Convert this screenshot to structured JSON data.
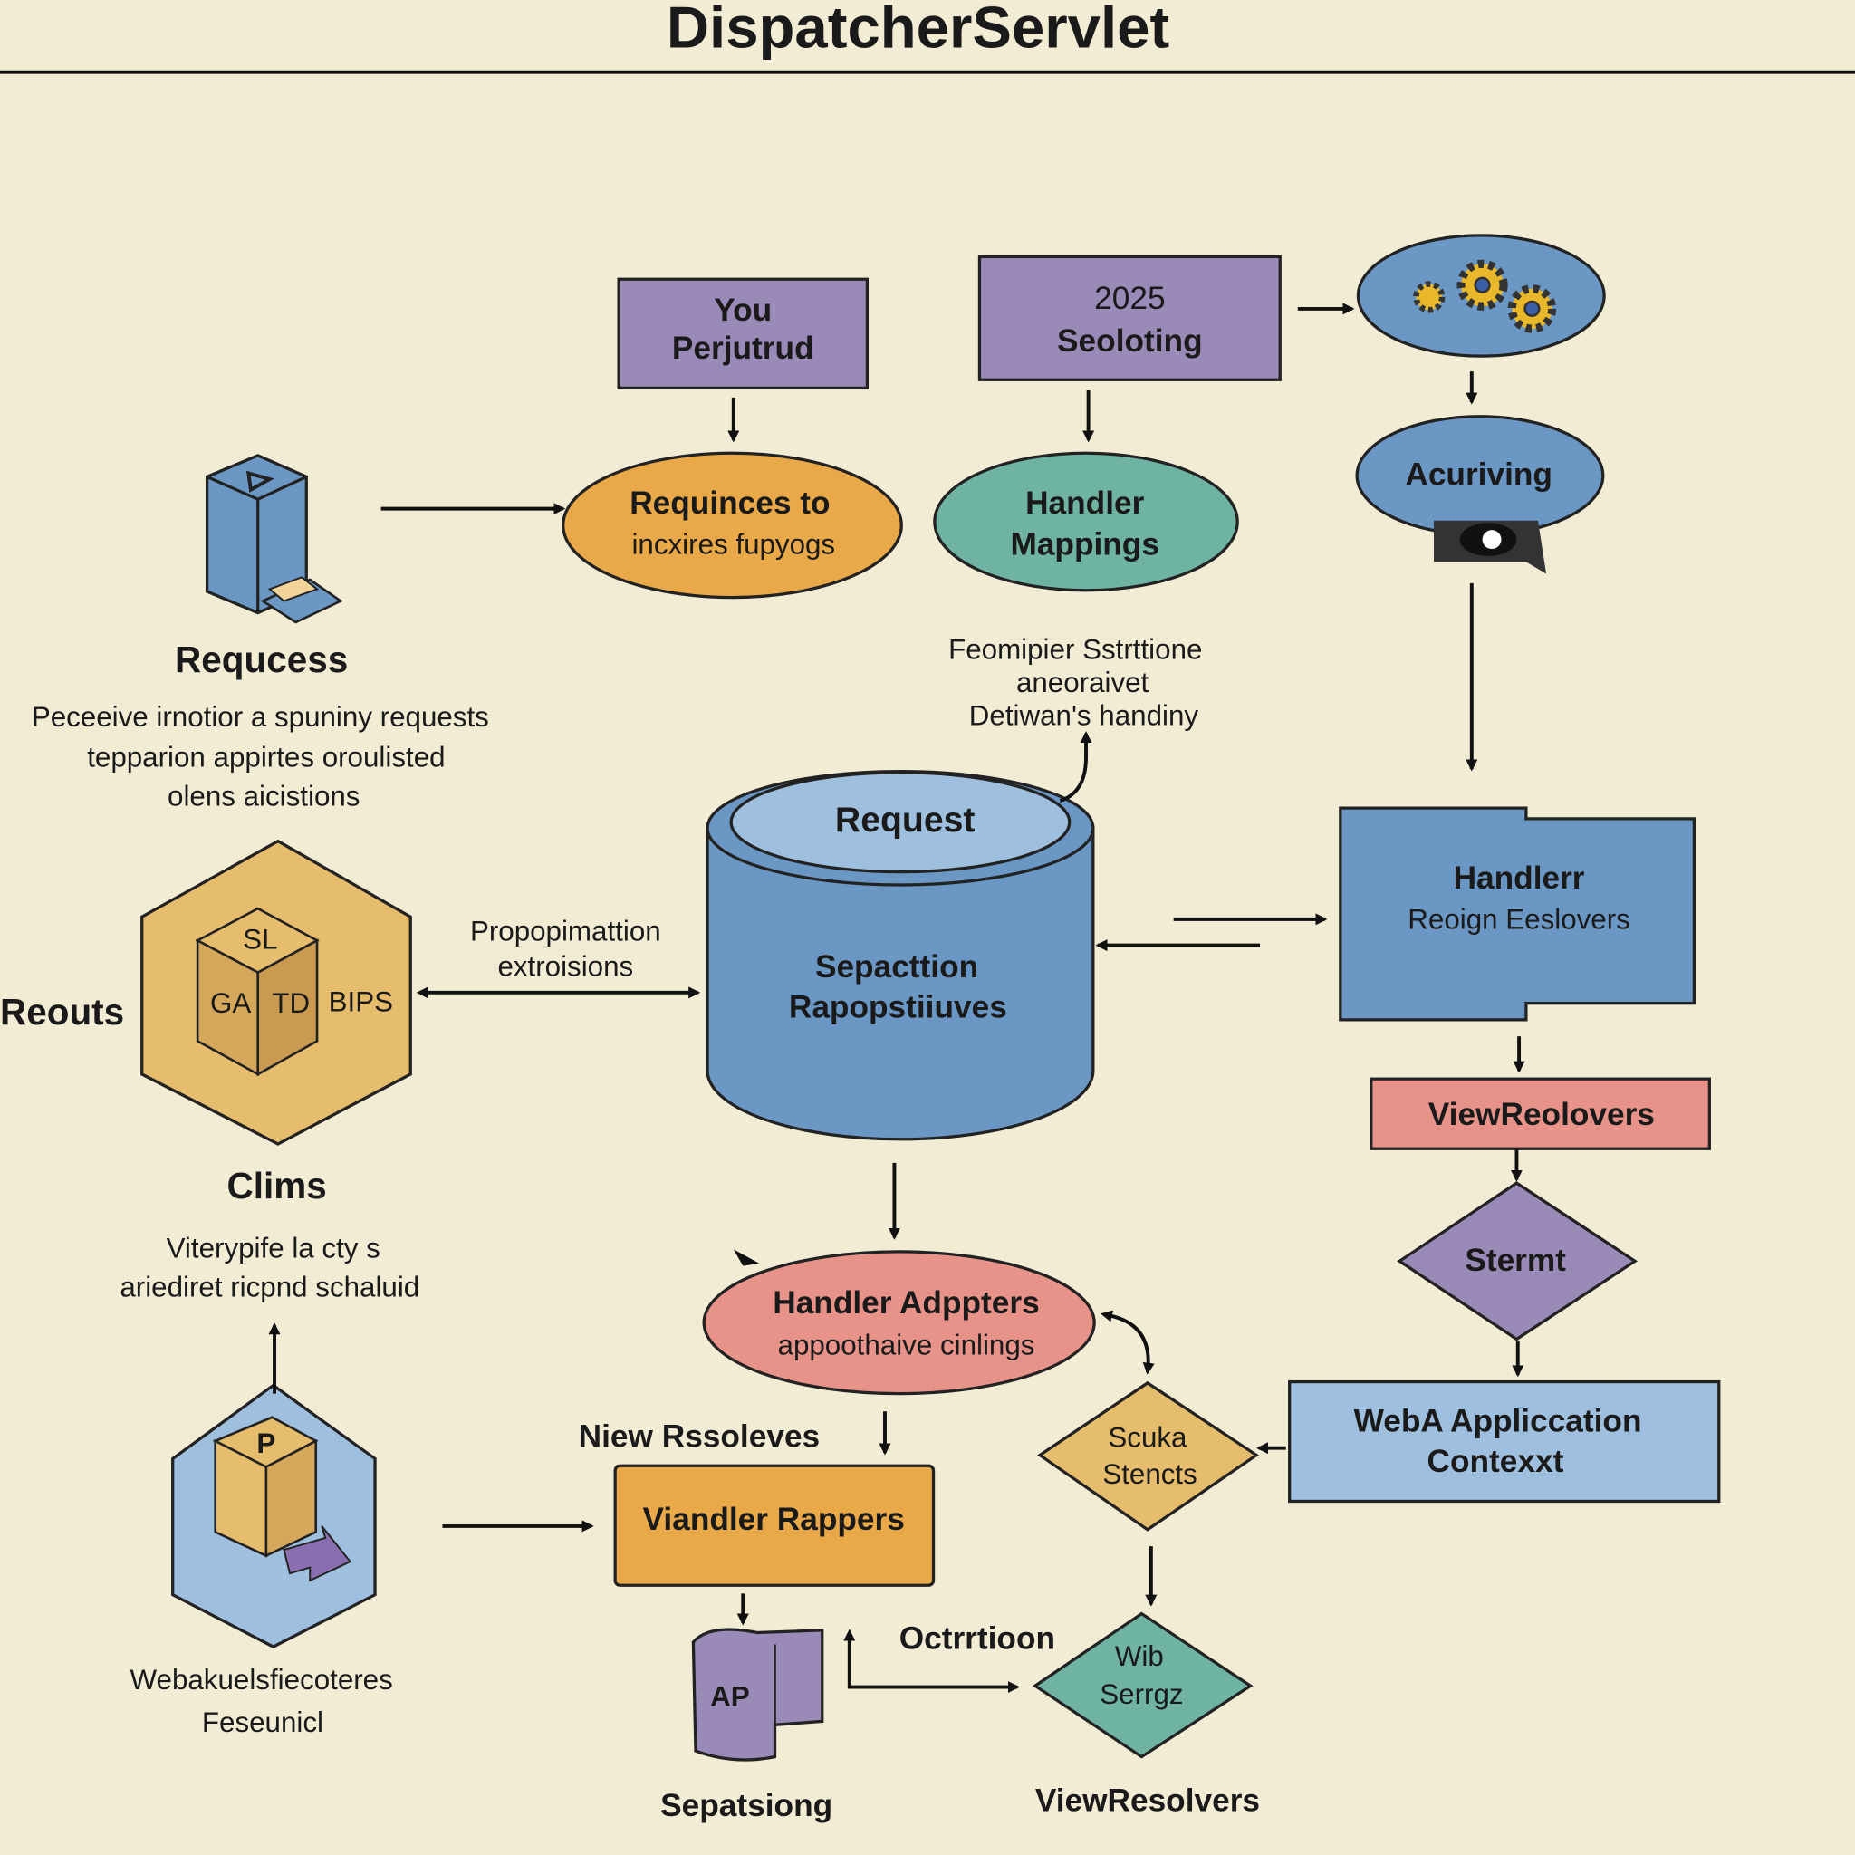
{
  "title": "DispatcherServlet",
  "colors": {
    "background": "#f2ecd5",
    "purple": "#9a8ab8",
    "orange": "#e9a948",
    "teal": "#6fb3a2",
    "blue": "#6b97c4",
    "light_blue": "#9fbfdf",
    "red": "#e8938a",
    "yellow": "#e6bd6c"
  },
  "nodes": {
    "you_box": [
      "You",
      "Perjutrud"
    ],
    "seoloting_box": [
      "2025",
      "Seoloting"
    ],
    "gears": {
      "icon": "gears-icon"
    },
    "acuriving": {
      "label": "Acuriving",
      "icon": "camera-icon"
    },
    "requinces": [
      "Requinces to",
      "incxires fupyogs"
    ],
    "handler_mappings": [
      "Handler",
      "Mappings"
    ],
    "requcess": {
      "icon": "server-icon",
      "title": "Requcess",
      "desc": [
        "Peceeive irnotior a spuniny requests",
        "tepparion appirtes oroulisted",
        "olens aicistions"
      ]
    },
    "feomipier": [
      "Feomipier Sstrttione",
      "aneoraivet",
      "Detiwan's handiny"
    ],
    "request_db": {
      "top": "Request",
      "body": [
        "Sepacttion",
        "Rapopstiiuves"
      ]
    },
    "handlerr": [
      "Handlerr",
      "Reoign Eeslovers"
    ],
    "reouts": {
      "label": "Reouts",
      "cube_top": "SL",
      "cube_left": "GA",
      "cube_right": "TD",
      "side": "BIPS"
    },
    "propopimattion": [
      "Propopimattion",
      "extroisions"
    ],
    "clims": {
      "title": "Clims",
      "desc": [
        "Viterypife la cty s",
        "ariediret ricpnd schaluid"
      ]
    },
    "view_reolovers": "ViewReolovers",
    "stermt": "Stermt",
    "handler_adppters": [
      "Handler Adppters",
      "appoothaive cinlings"
    ],
    "web_app_context": [
      "WebA Appliccation",
      "Contexxt"
    ],
    "scuka": [
      "Scuka",
      "Stencts"
    ],
    "niew_label": "Niew Rssoleves",
    "viandler": "Viandler Rappers",
    "p_cube": {
      "label": "P",
      "caption": [
        "Webakuelsfiecoteres",
        "Feseunicl"
      ]
    },
    "ap_scroll": {
      "label": "AP",
      "caption": "Sepatsiong"
    },
    "octrrtioon": "Octrrtioon",
    "wib": [
      "Wib",
      "Serrgz"
    ],
    "view_resolvers": "ViewResolvers"
  }
}
